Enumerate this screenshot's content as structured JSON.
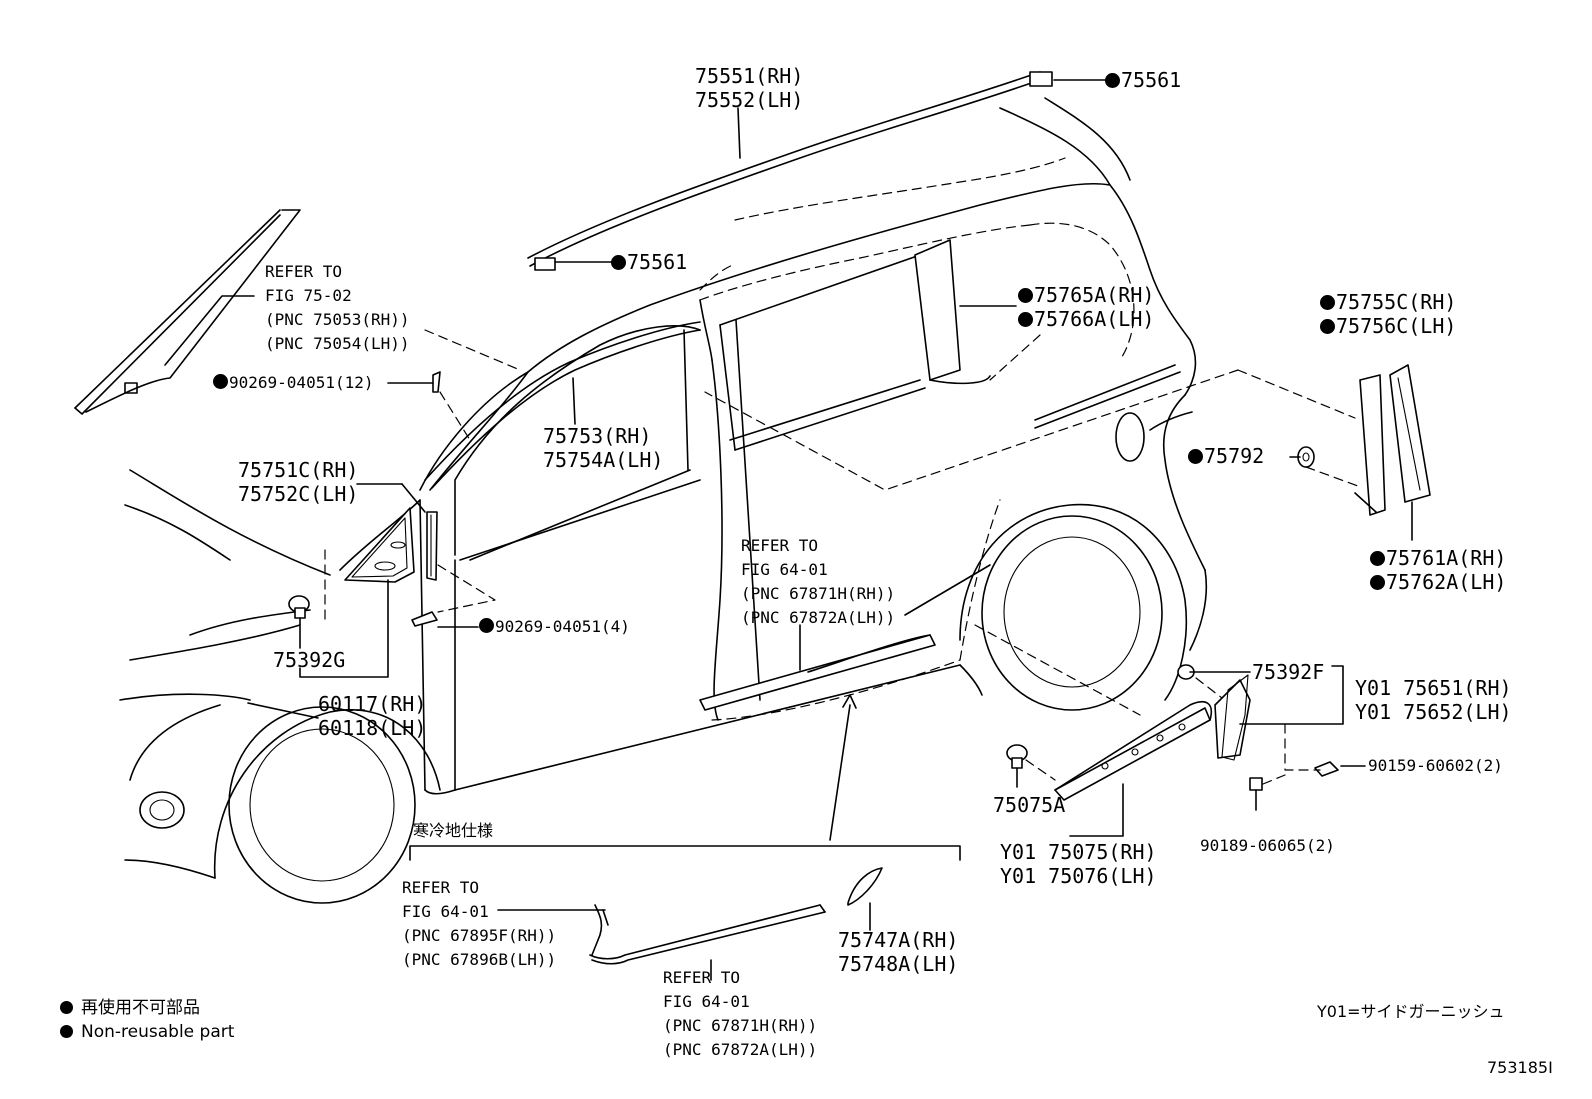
{
  "diagram": {
    "figure_code": "753185I",
    "cold_region_label": "寒冷地仕様",
    "garnish_note": "Y01=サイドガーニッシュ",
    "legend": [
      {
        "text": "再使用不可部品"
      },
      {
        "text": "Non-reusable part"
      }
    ],
    "callouts": {
      "roof_mold": {
        "lines": [
          "75551(RH)",
          "75552(LH)"
        ]
      },
      "clip_75561_top": {
        "lines": [
          "75561"
        ],
        "non_reusable": true
      },
      "clip_75561_front": {
        "lines": [
          "75561"
        ],
        "non_reusable": true
      },
      "refer_7502": {
        "lines": [
          "REFER TO",
          "FIG 75-02",
          "(PNC 75053(RH))",
          "(PNC 75054(LH))"
        ]
      },
      "clip_90269_12": {
        "lines": [
          "90269-04051(12)"
        ],
        "non_reusable": true
      },
      "window_mold": {
        "lines": [
          "75753(RH)",
          "75754A(LH)"
        ]
      },
      "tape_75765": {
        "lines": [
          "75765A(RH)",
          "75766A(LH)"
        ],
        "non_reusable": true
      },
      "tape_75755": {
        "lines": [
          "75755C(RH)",
          "75756C(LH)"
        ],
        "non_reusable": true
      },
      "clip_75792": {
        "lines": [
          "75792"
        ],
        "non_reusable": true
      },
      "tape_75761": {
        "lines": [
          "75761A(RH)",
          "75762A(LH)"
        ],
        "non_reusable": true
      },
      "tape_75751": {
        "lines": [
          "75751C(RH)",
          "75752C(LH)"
        ]
      },
      "refer_6401_door": {
        "lines": [
          "REFER TO",
          "FIG 64-01",
          "(PNC 67871H(RH))",
          "(PNC 67872A(LH))"
        ]
      },
      "clip_90269_4": {
        "lines": [
          "90269-04051(4)"
        ],
        "non_reusable": true
      },
      "clip_75392g": {
        "lines": [
          "75392G"
        ]
      },
      "cover_60117": {
        "lines": [
          "60117(RH)",
          "60118(LH)"
        ]
      },
      "clip_75392f": {
        "lines": [
          "75392F"
        ]
      },
      "garnish_75651": {
        "lines": [
          "Y01 75651(RH)",
          "Y01 75652(LH)"
        ]
      },
      "screw_90159": {
        "lines": [
          "90159-60602(2)"
        ]
      },
      "clip_75075a": {
        "lines": [
          "75075A"
        ]
      },
      "garnish_75075": {
        "lines": [
          "Y01 75075(RH)",
          "Y01 75076(LH)"
        ]
      },
      "screw_90189": {
        "lines": [
          "90189-06065(2)"
        ]
      },
      "refer_6401_sub1": {
        "lines": [
          "REFER TO",
          "FIG 64-01",
          "(PNC 67895F(RH))",
          "(PNC 67896B(LH))"
        ]
      },
      "refer_6401_sub2": {
        "lines": [
          "REFER TO",
          "FIG 64-01",
          "(PNC 67871H(RH))",
          "(PNC 67872A(LH))"
        ]
      },
      "flap_75747": {
        "lines": [
          "75747A(RH)",
          "75748A(LH)"
        ]
      }
    }
  }
}
